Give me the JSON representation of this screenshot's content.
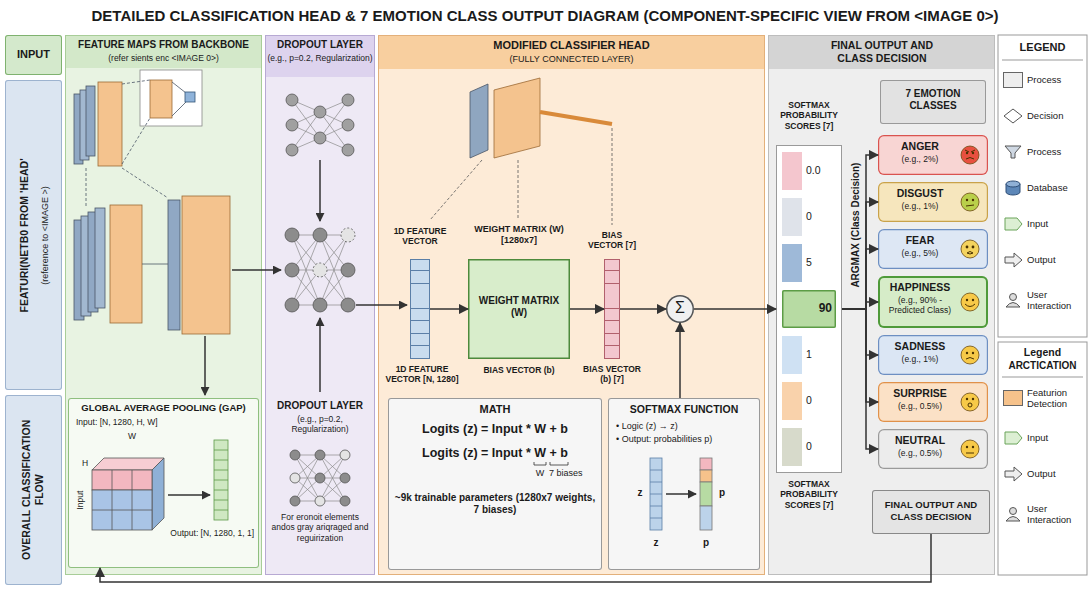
{
  "diagram": {
    "title": "DETAILED CLASSIFICATION HEAD & 7 EMOTION CLASS OUTPUT DIAGRAM (COMPONENT-SPECIFIC VIEW FROM <IMAGE 0>)",
    "nodes": [
      {
        "text": [
          "INPUT"
        ]
      },
      {
        "text": [
          "FEATURI(NETB0 FROM 'HEAD'",
          "(reference to <IMAGE >)"
        ]
      },
      {
        "text": [
          "OVERALL CLASSIFICATION FLOW"
        ]
      },
      {
        "text": [
          "FEATURE MAPS FROM BACKBONE",
          "(refer sients enc <IMAGE 0>)"
        ]
      },
      {
        "text": [
          "GLOBAL AVERAGE POOLING (GAP)",
          "Input: [N, 1280, H, W]",
          "W",
          "H",
          "Input",
          "Output: [N, 1280, 1, 1]"
        ],
        "in": 3
      },
      {
        "text": [
          "DROPOUT LAYER",
          "(e.g., p=0.2, Regularization)"
        ]
      },
      {
        "text": [
          "MODIFIED CLASSIFIER HEAD",
          "(FULLY CONNECTED LAYER)"
        ]
      },
      {
        "text": [
          "1D FEATURE VECTOR",
          "1D FEATURE VECTOR [N, 1280]"
        ],
        "in": 6
      },
      {
        "text": [
          "WEIGHT MATRIX (W) [1280x7]",
          "WEIGHT MATRIX (W)"
        ],
        "in": 6
      },
      {
        "text": [
          "BIAS VECTOR [7]",
          "BIAS VECTOR (b) [7]"
        ],
        "in": 6
      },
      {
        "text": [
          "Σ"
        ],
        "in": 6
      },
      {
        "text": [
          "MATH",
          "Logits (z) = Input * W + b",
          "Logits (z) = Input * W + b",
          "W",
          "7 biases",
          "~9k trainable parameters (1280x7 weights, 7 biases)"
        ],
        "in": 6
      },
      {
        "text": [
          "SOFTMAX FUNCTION",
          "• Logic (z) → z)",
          "• Output: probabilities p)",
          "z",
          "p",
          "z",
          "p"
        ],
        "in": 6
      },
      {
        "text": [
          "FINAL OUTPUT AND CLASS DECISION"
        ]
      },
      {
        "text": [
          "SOFTMAX PROBABILITY SCORES [7]",
          "SOFTMAX PROBABILITY SCORES [7]"
        ],
        "in": 13
      },
      {
        "text": [
          "0.0"
        ],
        "in": 14
      },
      {
        "text": [
          "0"
        ],
        "in": 14
      },
      {
        "text": [
          "5"
        ],
        "in": 14
      },
      {
        "text": [
          "90"
        ],
        "in": 14
      },
      {
        "text": [
          "1"
        ],
        "in": 14
      },
      {
        "text": [
          "0"
        ],
        "in": 14
      },
      {
        "text": [
          "0"
        ],
        "in": 14
      },
      {
        "text": [
          "7 EMOTION CLASSES"
        ],
        "in": 13
      },
      {
        "text": [
          "ANGER",
          "(e.g., 2%)"
        ],
        "in": 13
      },
      {
        "text": [
          "DISGUST",
          "(e.g., 1%)"
        ],
        "in": 13
      },
      {
        "text": [
          "FEAR",
          "(e.g., 5%)"
        ],
        "in": 13
      },
      {
        "text": [
          "HAPPINESS",
          "(e.g., 90% - Predicted Class)"
        ],
        "in": 13
      },
      {
        "text": [
          "SADNESS",
          "(e.g., 1%)"
        ],
        "in": 13
      },
      {
        "text": [
          "SURPRISE",
          "(e.g., 0.5%)"
        ],
        "in": 13
      },
      {
        "text": [
          "NEUTRAL",
          "(e.g., 0.5%)"
        ],
        "in": 13
      },
      {
        "text": [
          "FINAL OUTPUT AND CLASS DECISION"
        ],
        "in": 13
      }
    ],
    "edges": [
      {
        "from": 7,
        "to": 8,
        "arrow": "to"
      },
      {
        "from": 8,
        "to": 9,
        "arrow": "to"
      },
      {
        "from": 9,
        "to": 10,
        "arrow": "to"
      },
      {
        "from": 10,
        "to": 14,
        "arrow": "to"
      },
      {
        "from": 12,
        "to": 10,
        "arrow": "to"
      },
      {
        "from": 14,
        "to": 23,
        "arrow": "to"
      },
      {
        "from": 14,
        "to": 24,
        "arrow": "to"
      },
      {
        "from": 14,
        "to": 25,
        "arrow": "to"
      },
      {
        "from": 14,
        "to": 26,
        "arrow": "to"
      },
      {
        "from": 14,
        "to": 27,
        "arrow": "to"
      },
      {
        "from": 14,
        "to": 28,
        "arrow": "to"
      },
      {
        "from": 14,
        "to": 29,
        "arrow": "to"
      },
      {
        "from": 30,
        "to": 4,
        "arrow": "to"
      }
    ],
    "labels": [
      "BIAS VECTOR (b)",
      "DROPOUT LAYER",
      "(e.g., p=0.2, Regularization)",
      "For eronoit elements andos gray ariqraged and reguirization",
      "ARGMAX (Class Decision)",
      "LEGEND",
      "Legend",
      "ARCTICATION"
    ],
    "legend": [
      {
        "text": "Process",
        "color": "#eeeeee"
      },
      {
        "text": "Decision"
      },
      {
        "text": "Process"
      },
      {
        "text": "Database"
      },
      {
        "text": "Input"
      },
      {
        "text": "Output"
      },
      {
        "text": "User Interaction"
      },
      {
        "text": "Featurion Detection",
        "color": "#f6c28b"
      },
      {
        "text": "Input"
      },
      {
        "text": "Output"
      },
      {
        "text": "User Interaction"
      }
    ]
  }
}
